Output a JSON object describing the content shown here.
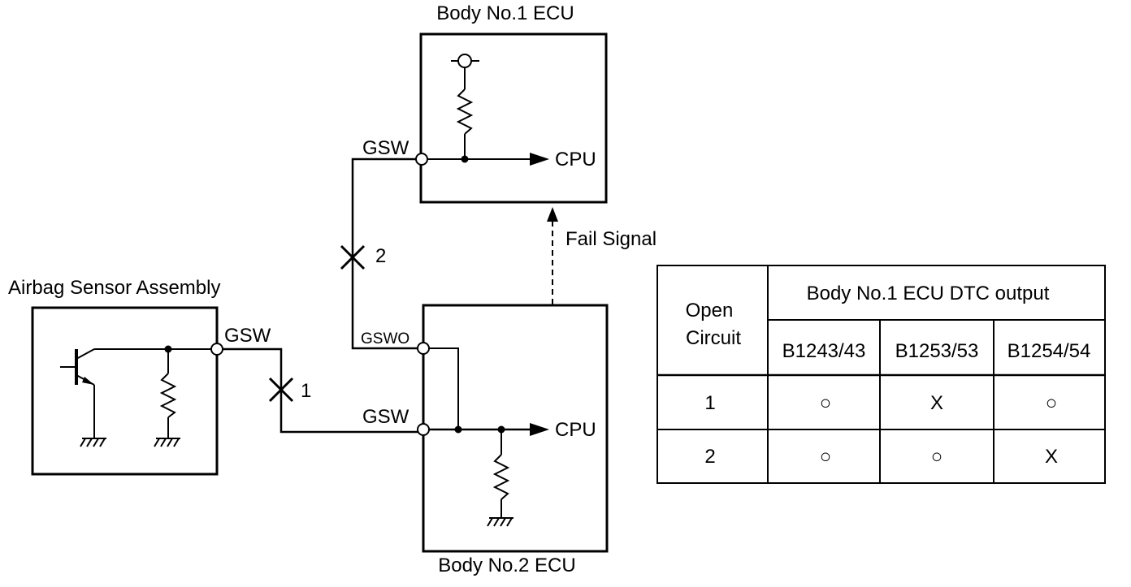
{
  "components": {
    "body_no1_ecu": {
      "title": "Body No.1 ECU",
      "pin": "GSW",
      "cpu": "CPU"
    },
    "body_no2_ecu": {
      "title": "Body No.2 ECU",
      "pin_out": "GSWO",
      "pin_in": "GSW",
      "cpu": "CPU"
    },
    "airbag_sensor": {
      "title": "Airbag Sensor Assembly",
      "pin": "GSW"
    }
  },
  "signals": {
    "fail_signal": "Fail Signal"
  },
  "break_points": {
    "break1": "1",
    "break2": "2"
  },
  "table": {
    "header_open_circuit_line1": "Open",
    "header_open_circuit_line2": "Circuit",
    "header_group": "Body No.1 ECU DTC output",
    "dtc_codes": [
      "B1243/43",
      "B1253/53",
      "B1254/54"
    ],
    "rows": [
      {
        "circuit": "1",
        "cells": [
          "○",
          "X",
          "○"
        ]
      },
      {
        "circuit": "2",
        "cells": [
          "○",
          "○",
          "X"
        ]
      }
    ]
  }
}
